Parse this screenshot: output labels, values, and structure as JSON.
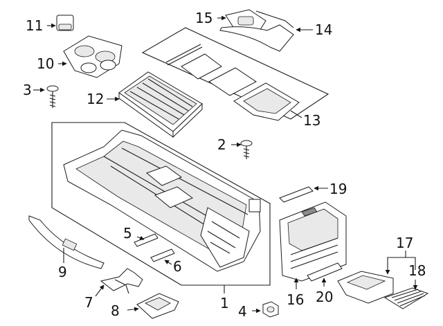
{
  "callouts": {
    "c1": "1",
    "c2": "2",
    "c3": "3",
    "c4": "4",
    "c5": "5",
    "c6": "6",
    "c7": "7",
    "c8": "8",
    "c9": "9",
    "c10": "10",
    "c11": "11",
    "c12": "12",
    "c13": "13",
    "c14": "14",
    "c15": "15",
    "c16": "16",
    "c17": "17",
    "c18": "18",
    "c19": "19",
    "c20": "20"
  },
  "colors": {
    "line": "#1a1a1a",
    "fill": "#ffffff",
    "shade": "#e9e9e9"
  }
}
